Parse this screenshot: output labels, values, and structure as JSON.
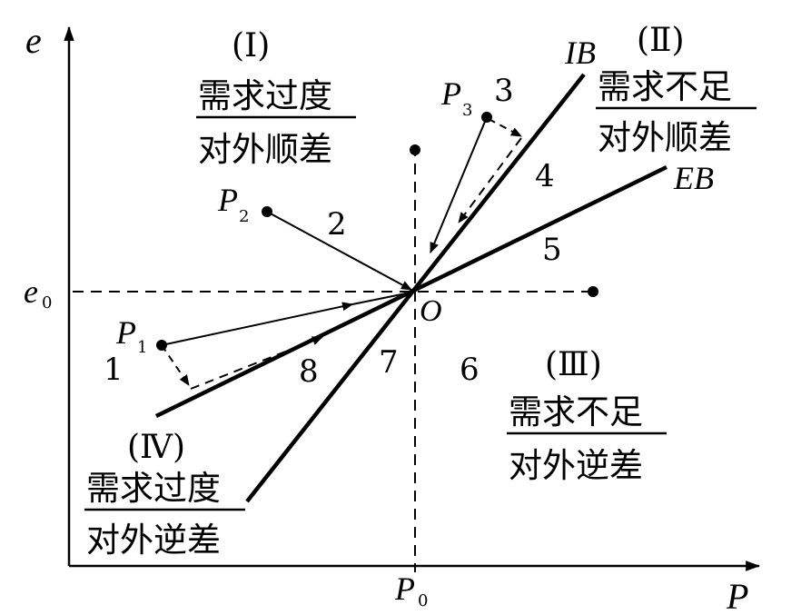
{
  "axes": {
    "y_label": "e",
    "x_label": "P",
    "x_ref": {
      "main": "P",
      "sub": "0"
    },
    "y_ref": {
      "main": "e",
      "sub": "0"
    },
    "origin": "O"
  },
  "curves": {
    "ib": "IB",
    "eb": "EB"
  },
  "points": {
    "p1": {
      "main": "P",
      "sub": "1"
    },
    "p2": {
      "main": "P",
      "sub": "2"
    },
    "p3": {
      "main": "P",
      "sub": "3"
    }
  },
  "regions": [
    "1",
    "2",
    "3",
    "4",
    "5",
    "6",
    "7",
    "8"
  ],
  "quadrants": {
    "q1": {
      "numeral": "(Ⅰ)",
      "line1": "需求过度",
      "line2": "对外顺差"
    },
    "q2": {
      "numeral": "(Ⅱ)",
      "line1": "需求不足",
      "line2": "对外顺差"
    },
    "q3": {
      "numeral": "(Ⅲ)",
      "line1": "需求不足",
      "line2": "对外逆差"
    },
    "q4": {
      "numeral": "(Ⅳ)",
      "line1": "需求过度",
      "line2": "对外逆差"
    }
  }
}
